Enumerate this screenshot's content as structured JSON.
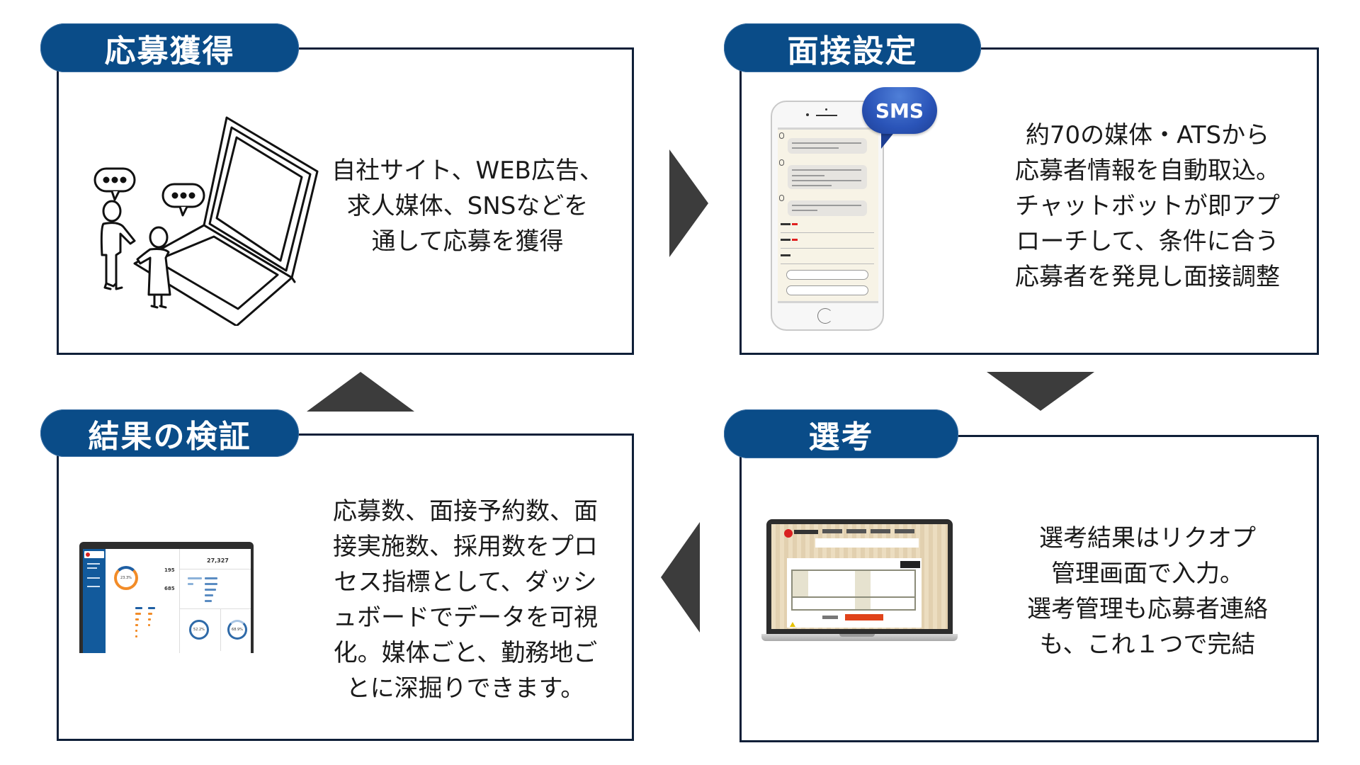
{
  "colors": {
    "pill": "#0a4c88",
    "border": "#0f1f38",
    "arrow": "#3c3c3c",
    "sms_bubble": "#2a54b8",
    "dashboard_sidebar": "#125a9c",
    "dashboard_orange": "#f28c28"
  },
  "steps": [
    {
      "title": "応募獲得",
      "description_lines": [
        "自社サイト、WEB広告、",
        "求人媒体、SNSなどを",
        "通して応募を獲得"
      ],
      "illustration": "people-talking-laptop-icon"
    },
    {
      "title": "面接設定",
      "description_lines": [
        "約70の媒体・ATSから",
        "応募者情報を自動取込。",
        "チャットボットが即アプ",
        "ローチして、条件に合う",
        "応募者を発見し面接調整"
      ],
      "illustration": "smartphone-chatbot-icon",
      "badge": "SMS"
    },
    {
      "title": "選考",
      "description_lines": [
        "選考結果はリクオプ",
        "管理画面で入力。",
        "選考管理も応募者連絡",
        "も、これ１つで完結"
      ],
      "illustration": "admin-screen-laptop-icon"
    },
    {
      "title": "結果の検証",
      "description_lines": [
        "応募数、面接予約数、面",
        "接実施数、採用数をプロ",
        "セス指標として、ダッシ",
        "ュボードでデータを可視",
        "化。媒体ごと、勤務地ご",
        "とに深掘りできます。"
      ],
      "illustration": "dashboard-laptop-icon",
      "dashboard": {
        "ring_main": "23.3%",
        "stat_1": "195",
        "stat_2": "685",
        "total": "27,327",
        "ring_a": "52.2%",
        "ring_b": "68.9%"
      }
    }
  ],
  "flow_arrows": [
    "right",
    "down",
    "left",
    "up"
  ]
}
